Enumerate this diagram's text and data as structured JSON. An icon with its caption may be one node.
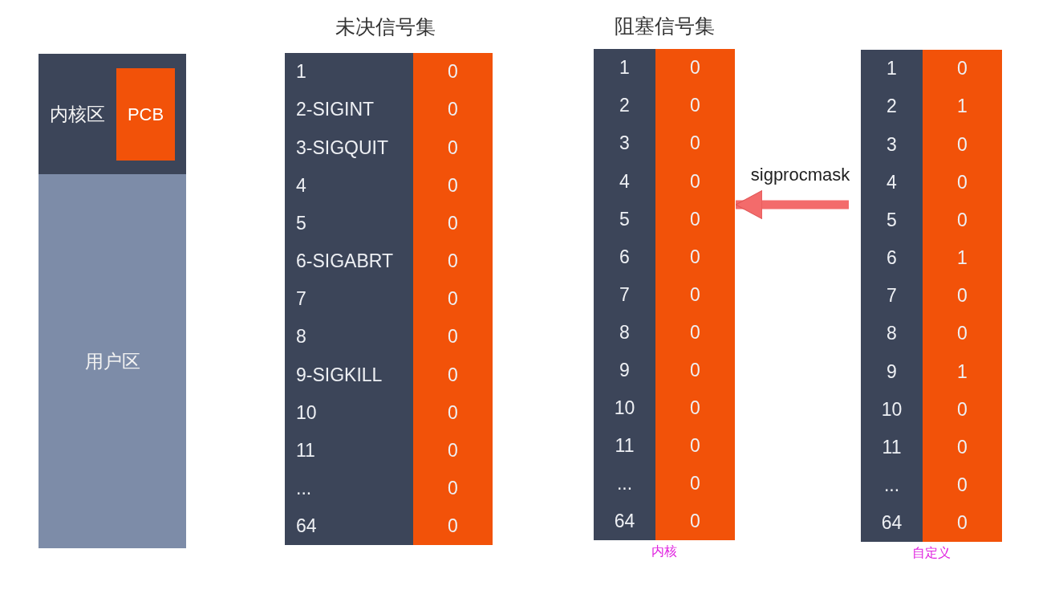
{
  "diagram": {
    "nodes": [
      {
        "text": [
          "内核区"
        ]
      },
      {
        "text": [
          "PCB"
        ],
        "in": 0
      },
      {
        "text": [
          "用户区"
        ]
      },
      {
        "text": [
          "未决信号集"
        ]
      },
      {
        "text": [
          "阻塞信号集"
        ],
        "beside": [
          "内核"
        ]
      },
      {
        "text": [],
        "shape": "box",
        "beside": [
          "自定义"
        ]
      }
    ],
    "edges": [
      {
        "from": 5,
        "to": 4,
        "arrow": "to",
        "label": "sigprocmask"
      }
    ],
    "labels": [
      "1",
      "0",
      "2-SIGINT",
      "0",
      "3-SIGQUIT",
      "0",
      "4",
      "0",
      "5",
      "0",
      "6-SIGABRT",
      "0",
      "7",
      "0",
      "8",
      "0",
      "9-SIGKILL",
      "0",
      "10",
      "0",
      "11",
      "0",
      "...",
      "0",
      "64",
      "0",
      "1",
      "0",
      "2",
      "0",
      "3",
      "0",
      "4",
      "0",
      "5",
      "0",
      "6",
      "0",
      "7",
      "0",
      "8",
      "0",
      "9",
      "0",
      "10",
      "0",
      "11",
      "0",
      "...",
      "0",
      "64",
      "0",
      "1",
      "0",
      "2",
      "1",
      "3",
      "0",
      "4",
      "0",
      "5",
      "0",
      "6",
      "1",
      "7",
      "0",
      "8",
      "0",
      "9",
      "1",
      "10",
      "0",
      "11",
      "0",
      "...",
      "0",
      "64",
      "0"
    ]
  }
}
